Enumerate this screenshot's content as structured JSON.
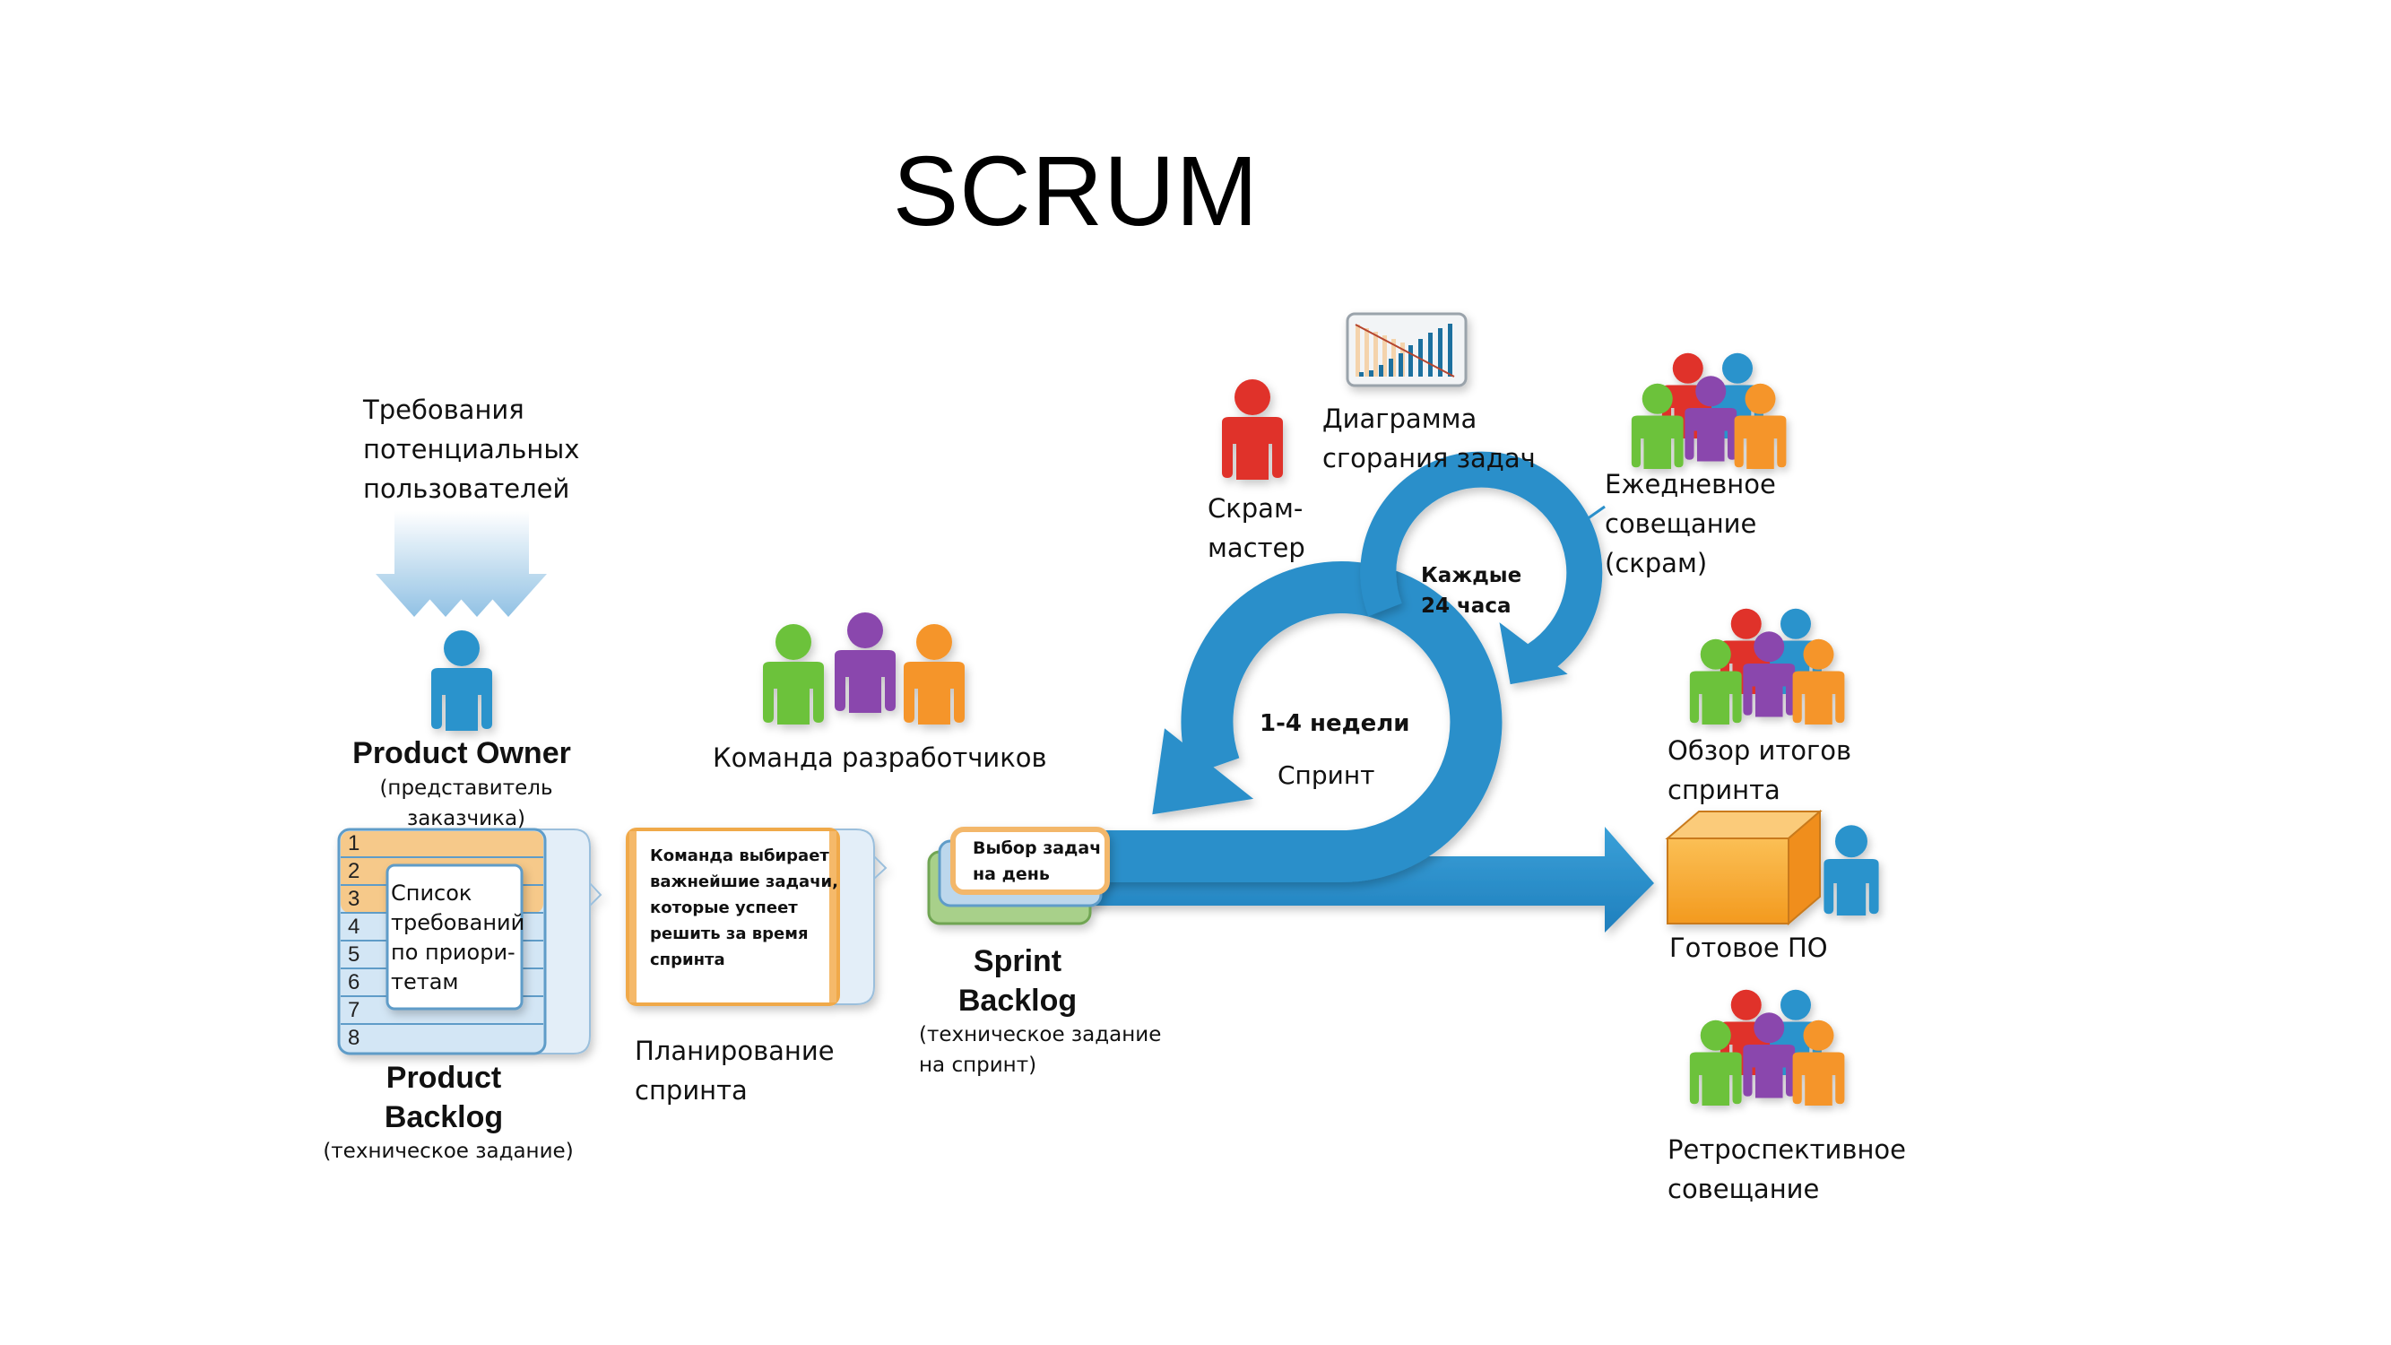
{
  "title": "SCRUM",
  "colors": {
    "loop_blue": "#2a8fca",
    "person_blue": "#2b93cc",
    "person_red": "#e0322a",
    "person_green": "#6cc23a",
    "person_purple": "#8a46ad",
    "person_orange": "#f5952a",
    "card_orange": "#f3b76a",
    "card_blue": "#bcd7ec",
    "card_green": "#a8d08a",
    "box_orange": "#f5a83a"
  },
  "user_requirements": {
    "lines": [
      "Требования",
      "потенциальных",
      "пользователей"
    ],
    "icon": "down-arrows-icon"
  },
  "product_owner": {
    "title": "Product Owner",
    "subtitle": "(представитель заказчика)",
    "icon": "person-icon"
  },
  "product_backlog": {
    "rows": [
      "1",
      "2",
      "3",
      "4",
      "5",
      "6",
      "7",
      "8"
    ],
    "priority_rows": 3,
    "note_lines": [
      "Список",
      "требований",
      "по приори-",
      "тетам"
    ],
    "title_line1": "Product",
    "title_line2": "Backlog",
    "subtitle": "(техническое задание)"
  },
  "sprint_planning": {
    "note_lines": [
      "Команда выбирает",
      "важнейшие задачи,",
      "которые успеет",
      "решить за время",
      "спринта"
    ],
    "title_lines": [
      "Планирование",
      "спринта"
    ]
  },
  "dev_team": {
    "label": "Команда разработчиков",
    "icon": "team-icon"
  },
  "sprint_backlog": {
    "note_lines": [
      "Выбор задач",
      "на день"
    ],
    "title_line1": "Sprint",
    "title_line2": "Backlog",
    "subtitle_lines": [
      "(техническое задание",
      "на спринт)"
    ]
  },
  "sprint_loop": {
    "duration": "1-4 недели",
    "label": "Спринт"
  },
  "daily_loop": {
    "lines": [
      "Каждые",
      "24 часа"
    ]
  },
  "scrum_master": {
    "lines": [
      "Скрам-",
      "мастер"
    ],
    "icon": "person-icon"
  },
  "burndown": {
    "lines": [
      "Диаграмма",
      "сгорания задач"
    ],
    "icon": "burndown-chart-icon"
  },
  "daily_scrum": {
    "lines": [
      "Ежедневное",
      "совещание",
      "(скрам)"
    ],
    "icon": "group-icon"
  },
  "sprint_review": {
    "lines": [
      "Обзор итогов",
      "спринта"
    ],
    "icon": "group-icon"
  },
  "product_increment": {
    "label": "Готовое ПО",
    "icon": "box-icon"
  },
  "retrospective": {
    "lines": [
      "Ретроспективное",
      "совещание"
    ],
    "icon": "group-icon"
  }
}
